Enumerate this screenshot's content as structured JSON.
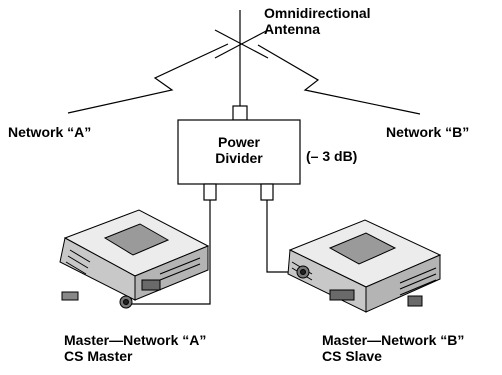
{
  "antenna": {
    "line1": "Omnidirectional",
    "line2": "Antenna"
  },
  "network_a": "Network “A”",
  "network_b": "Network “B”",
  "divider": {
    "line1": "Power",
    "line2": "Divider",
    "loss": "(– 3 dB)"
  },
  "master": {
    "line1": "Master—Network “A”",
    "line2": "CS Master"
  },
  "slave": {
    "line1": "Master—Network “B”",
    "line2": "CS Slave"
  },
  "colors": {
    "ink": "#000000",
    "fill": "#ffffff",
    "device_body": "#d9d9d9",
    "device_dark": "#555555"
  }
}
